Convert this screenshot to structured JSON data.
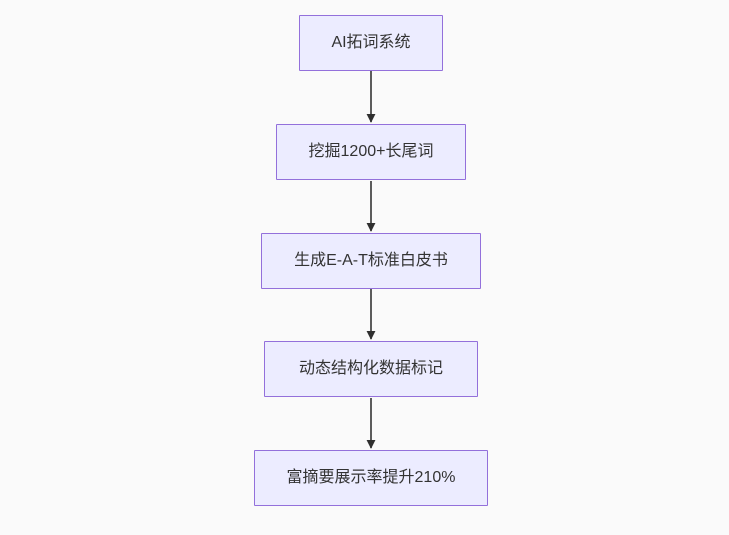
{
  "diagram": {
    "type": "flowchart",
    "direction": "top-down",
    "nodes": [
      {
        "id": "n1",
        "label": "AI拓词系统"
      },
      {
        "id": "n2",
        "label": "挖掘1200+长尾词"
      },
      {
        "id": "n3",
        "label": "生成E-A-T标准白皮书"
      },
      {
        "id": "n4",
        "label": "动态结构化数据标记"
      },
      {
        "id": "n5",
        "label": "富摘要展示率提升210%"
      }
    ],
    "edges": [
      {
        "from": "n1",
        "to": "n2"
      },
      {
        "from": "n2",
        "to": "n3"
      },
      {
        "from": "n3",
        "to": "n4"
      },
      {
        "from": "n4",
        "to": "n5"
      }
    ],
    "colors": {
      "node_fill": "#ECECFF",
      "node_border": "#9370DB",
      "arrow_line": "#404040",
      "arrow_head": "#2f2f2f",
      "text": "#333333",
      "background": "#fafafa"
    }
  }
}
